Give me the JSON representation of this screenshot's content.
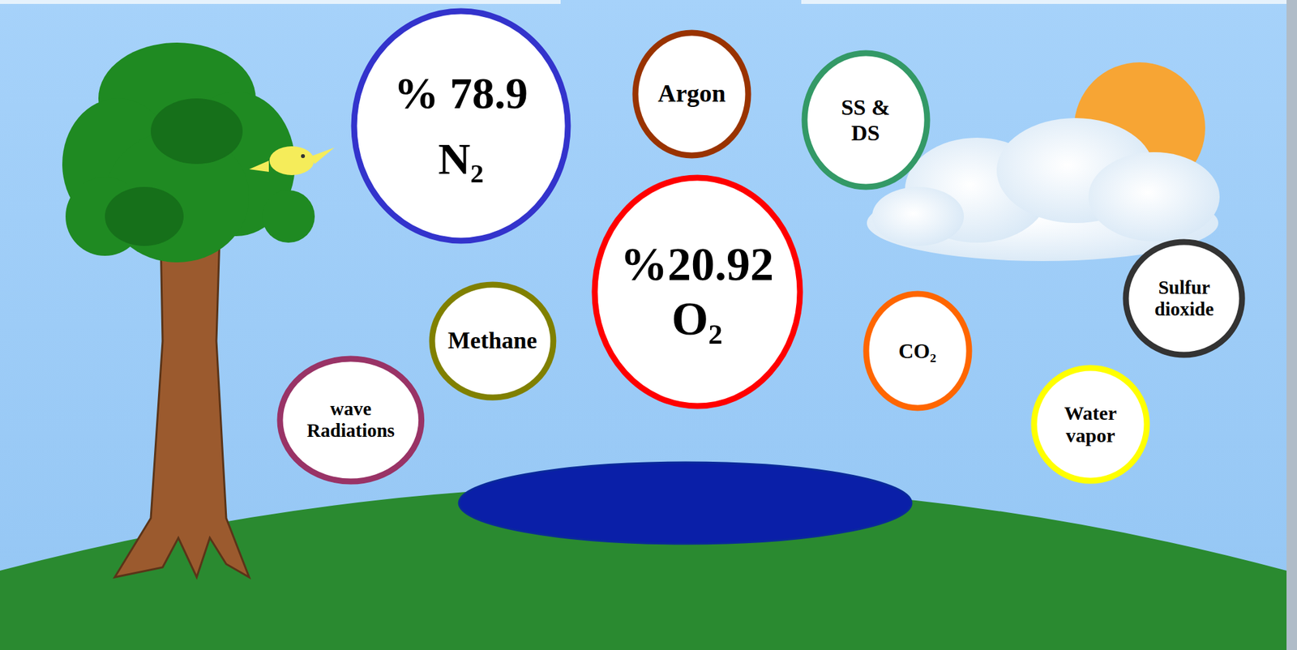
{
  "diagram": {
    "nodes": [
      {
        "text": [
          "% 78.9",
          "N₂"
        ]
      },
      {
        "text": [
          "Argon"
        ]
      },
      {
        "text": [
          "SS & DS"
        ]
      },
      {
        "text": [
          "%20.92",
          "O₂"
        ]
      },
      {
        "text": [
          "Sulfur dioxide"
        ]
      },
      {
        "text": [
          "Methane"
        ]
      },
      {
        "text": [
          "CO₂"
        ]
      },
      {
        "text": [
          "wave Radiations"
        ]
      },
      {
        "text": [
          "Water vapor"
        ]
      }
    ]
  }
}
